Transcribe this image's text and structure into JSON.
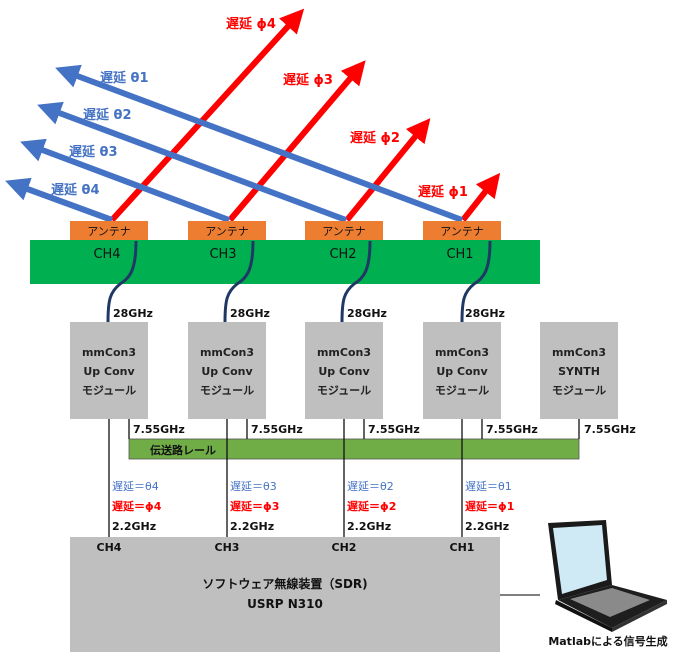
{
  "beams": {
    "theta": [
      "遅延 θ1",
      "遅延 θ2",
      "遅延 θ3",
      "遅延 θ4"
    ],
    "phi": [
      "遅延 ϕ1",
      "遅延 ϕ2",
      "遅延 ϕ3",
      "遅延 ϕ4"
    ],
    "theta_color": "#4472c4",
    "phi_color": "#ff0000"
  },
  "antenna_board": {
    "antenna_label": "アンテナ",
    "channels": [
      "CH4",
      "CH3",
      "CH2",
      "CH1"
    ],
    "board_color": "#00b050",
    "antenna_color": "#ed7d31"
  },
  "rf_freq": "28GHz",
  "modules": [
    {
      "lines": [
        "mmCon3",
        "Up Conv",
        "モジュール"
      ]
    },
    {
      "lines": [
        "mmCon3",
        "Up Conv",
        "モジュール"
      ]
    },
    {
      "lines": [
        "mmCon3",
        "Up Conv",
        "モジュール"
      ]
    },
    {
      "lines": [
        "mmCon3",
        "Up Conv",
        "モジュール"
      ]
    },
    {
      "lines": [
        "mmCon3",
        "SYNTH",
        "モジュール"
      ]
    }
  ],
  "lo_freq": "7.55GHz",
  "rail": {
    "label": "伝送路レール",
    "color": "#70ad47"
  },
  "if_channels": [
    {
      "theta": "遅延＝θ4",
      "phi": "遅延＝ϕ4",
      "freq": "2.2GHz",
      "ch": "CH4"
    },
    {
      "theta": "遅延＝θ3",
      "phi": "遅延＝ϕ3",
      "freq": "2.2GHz",
      "ch": "CH3"
    },
    {
      "theta": "遅延＝θ2",
      "phi": "遅延＝ϕ2",
      "freq": "2.2GHz",
      "ch": "CH2"
    },
    {
      "theta": "遅延＝θ1",
      "phi": "遅延＝ϕ1",
      "freq": "2.2GHz",
      "ch": "CH1"
    }
  ],
  "sdr": {
    "title": "ソフトウェア無線装置（SDR)",
    "model": "USRP N310"
  },
  "laptop": {
    "caption": "Matlabによる信号生成"
  }
}
